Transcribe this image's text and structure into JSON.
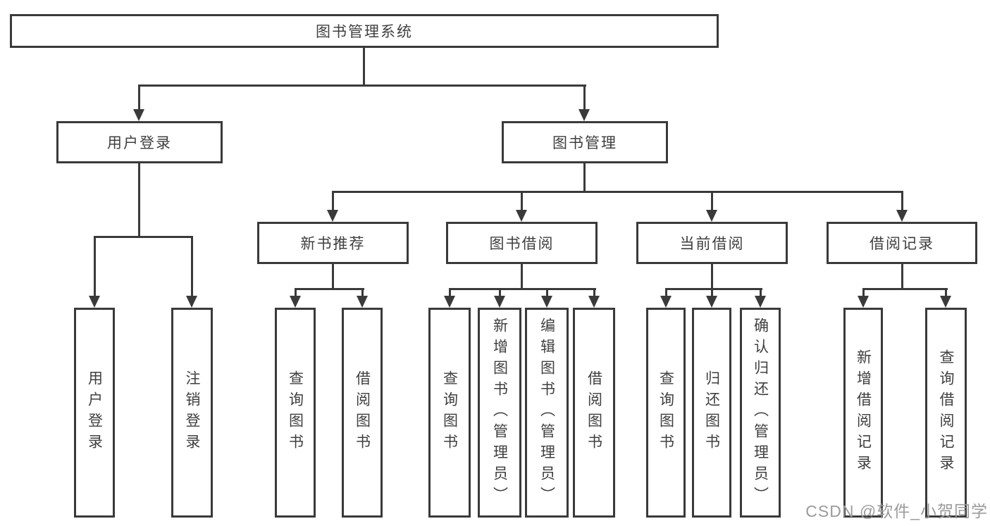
{
  "diagram": {
    "nodes": {
      "root": "图书管理系统",
      "user_login": "用户登录",
      "book_management": "图书管理",
      "new_book_recommendation": "新书推荐",
      "book_borrowing": "图书借阅",
      "current_borrowing": "当前借阅",
      "borrowing_records": "借阅记录"
    },
    "leaves": {
      "user_login": [
        "用户登录",
        "注销登录"
      ],
      "new_book_recommendation": [
        "查询图书",
        "借阅图书"
      ],
      "book_borrowing": [
        "查询图书",
        "新增图书（管理员）",
        "编辑图书（管理员）",
        "借阅图书"
      ],
      "current_borrowing": [
        "查询图书",
        "归还图书",
        "确认归还（管理员）"
      ],
      "borrowing_records": [
        "新增借阅记录",
        "查询借阅记录"
      ]
    },
    "colors": {
      "line": "#3a3a3a",
      "text": "#3f3f3f",
      "background": "#ffffff"
    }
  },
  "watermark": {
    "text": "CSDN @软件_小贺同学",
    "color": "#9b9b9b"
  }
}
